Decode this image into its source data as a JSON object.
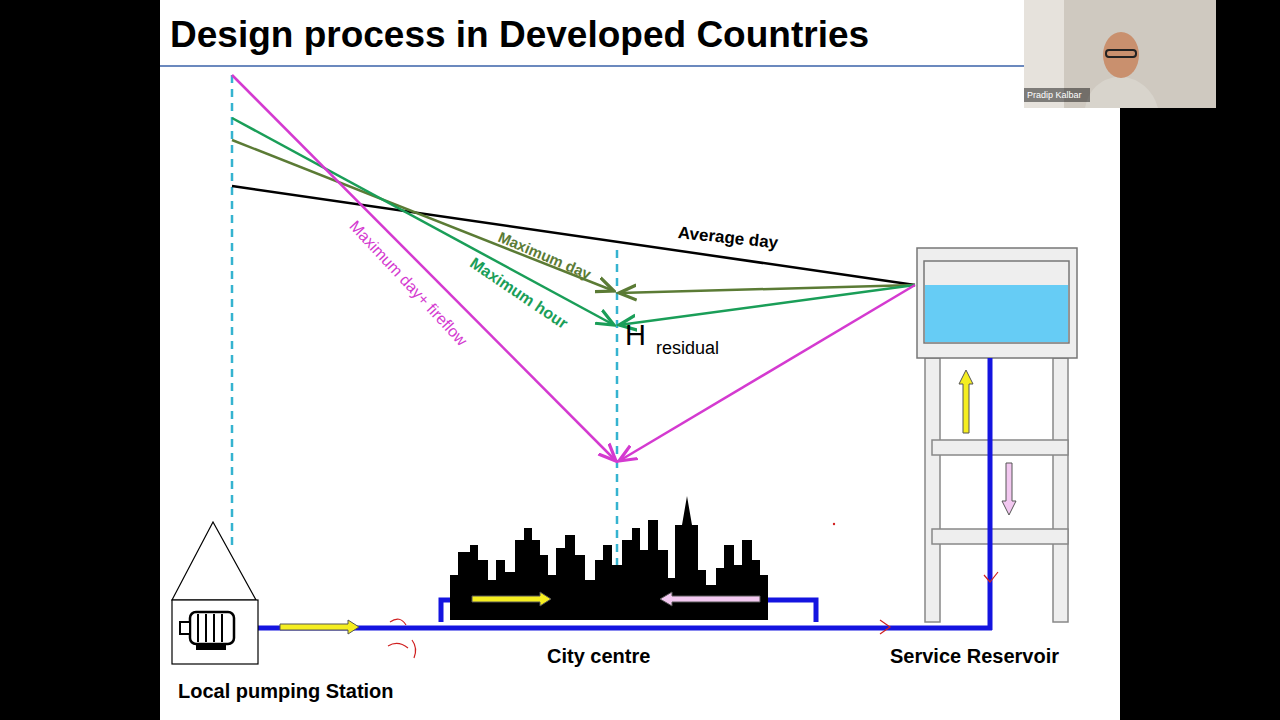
{
  "diagram": {
    "title": "Design process in Developed Countries",
    "labels": [
      "Average day",
      "Maximum day",
      "Maximum hour",
      "Maximum day+ fireflow",
      "H",
      "residual",
      "Local pumping Station",
      "City centre",
      "Service Reservoir",
      "Pradip Kalbar"
    ]
  }
}
